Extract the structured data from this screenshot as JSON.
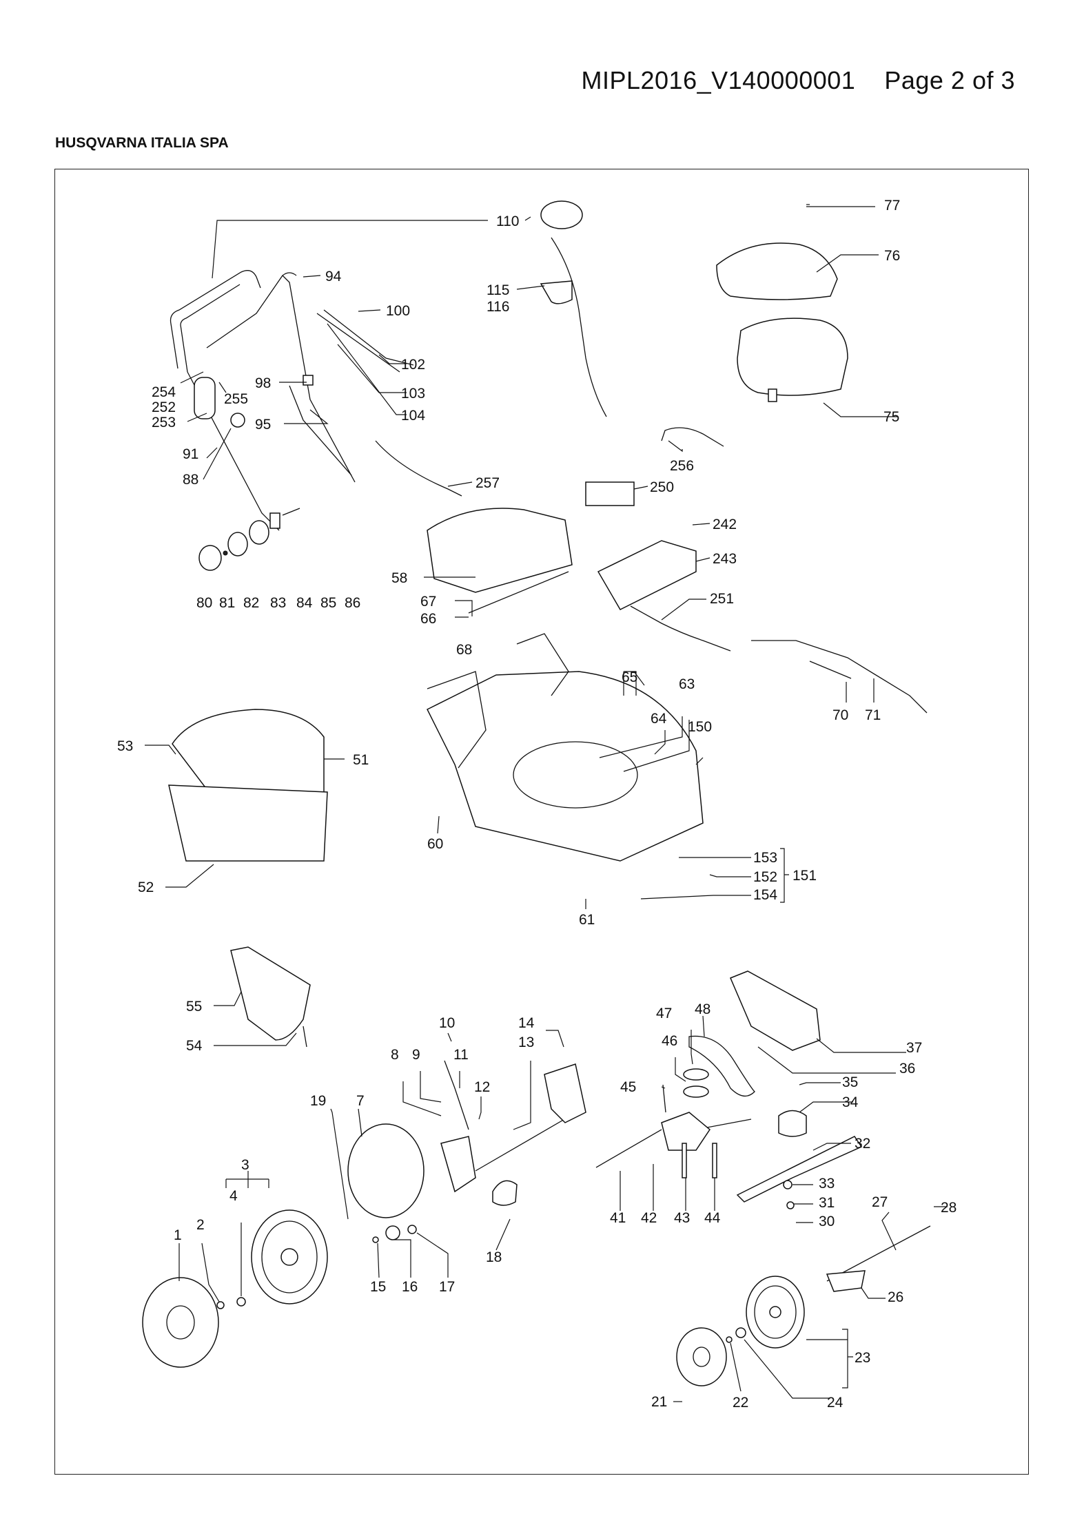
{
  "header": {
    "document_id": "MIPL2016_V140000001",
    "page_label": "Page 2 of 3",
    "company": "HUSQVARNA ITALIA SPA"
  },
  "callouts": [
    "110",
    "77",
    "76",
    "94",
    "115",
    "116",
    "100",
    "102",
    "103",
    "104",
    "98",
    "95",
    "254",
    "252",
    "255",
    "253",
    "91",
    "88",
    "75",
    "256",
    "257",
    "250",
    "242",
    "243",
    "58",
    "67",
    "66",
    "80",
    "81",
    "82",
    "83",
    "84",
    "85",
    "86",
    "251",
    "68",
    "65",
    "63",
    "64",
    "150",
    "70",
    "71",
    "53",
    "51",
    "60",
    "153",
    "152",
    "154",
    "151",
    "52",
    "61",
    "55",
    "54",
    "10",
    "14",
    "48",
    "47",
    "13",
    "9",
    "11",
    "8",
    "46",
    "37",
    "12",
    "36",
    "45",
    "35",
    "19",
    "7",
    "34",
    "32",
    "3",
    "4",
    "33",
    "31",
    "30",
    "27",
    "28",
    "1",
    "2",
    "18",
    "41",
    "42",
    "43",
    "44",
    "15",
    "16",
    "17",
    "26",
    "23",
    "21",
    "22",
    "24"
  ]
}
